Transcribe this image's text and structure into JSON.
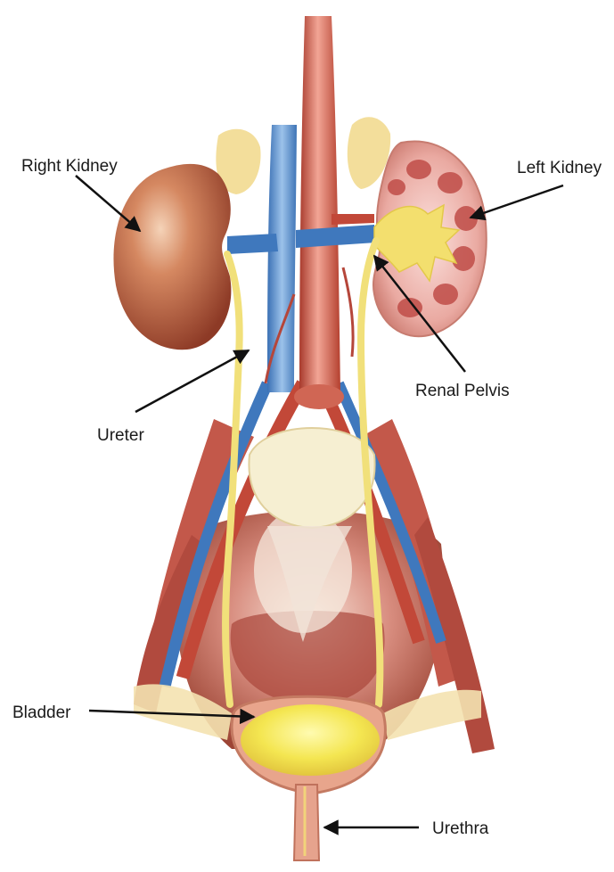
{
  "labels": {
    "right_kidney": "Right Kidney",
    "left_kidney": "Left Kidney",
    "renal_pelvis": "Renal Pelvis",
    "ureter": "Ureter",
    "bladder": "Bladder",
    "urethra": "Urethra"
  },
  "colors": {
    "kidney": "#b4553a",
    "kidney_section": "#e9a79d",
    "renal_pelvis": "#f2df72",
    "ureter": "#efe07c",
    "vena_cava": "#4d87c4",
    "aorta": "#c8523f",
    "muscle": "#b9574a",
    "bone": "#f4ecc6",
    "bladder": "#f2e45a",
    "fat": "#f1dc90",
    "arrow": "#111111"
  }
}
